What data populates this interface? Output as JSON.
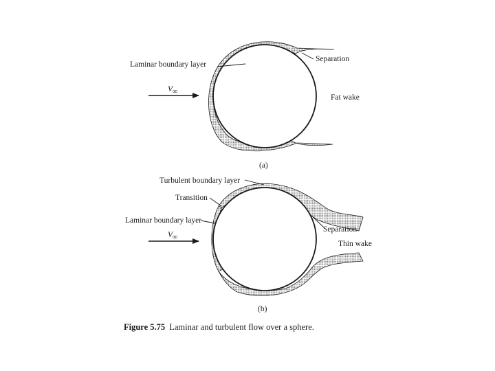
{
  "diagram_a": {
    "label_laminar": "Laminar boundary layer",
    "label_separation": "Separation",
    "label_velocity": "V",
    "label_velocity_sub": "∞",
    "label_wake": "Fat wake",
    "panel": "(a)"
  },
  "diagram_b": {
    "label_turbulent": "Turbulent boundary layer",
    "label_transition": "Transition",
    "label_laminar": "Laminar boundary layer",
    "label_separation": "Separation",
    "label_velocity": "V",
    "label_velocity_sub": "∞",
    "label_wake": "Thin wake",
    "panel": "(b)"
  },
  "caption": {
    "number": "Figure 5.75",
    "text": "Laminar and turbulent flow over a sphere."
  },
  "colors": {
    "ink": "#1a1a1a",
    "shade": "#b8b8b8"
  }
}
